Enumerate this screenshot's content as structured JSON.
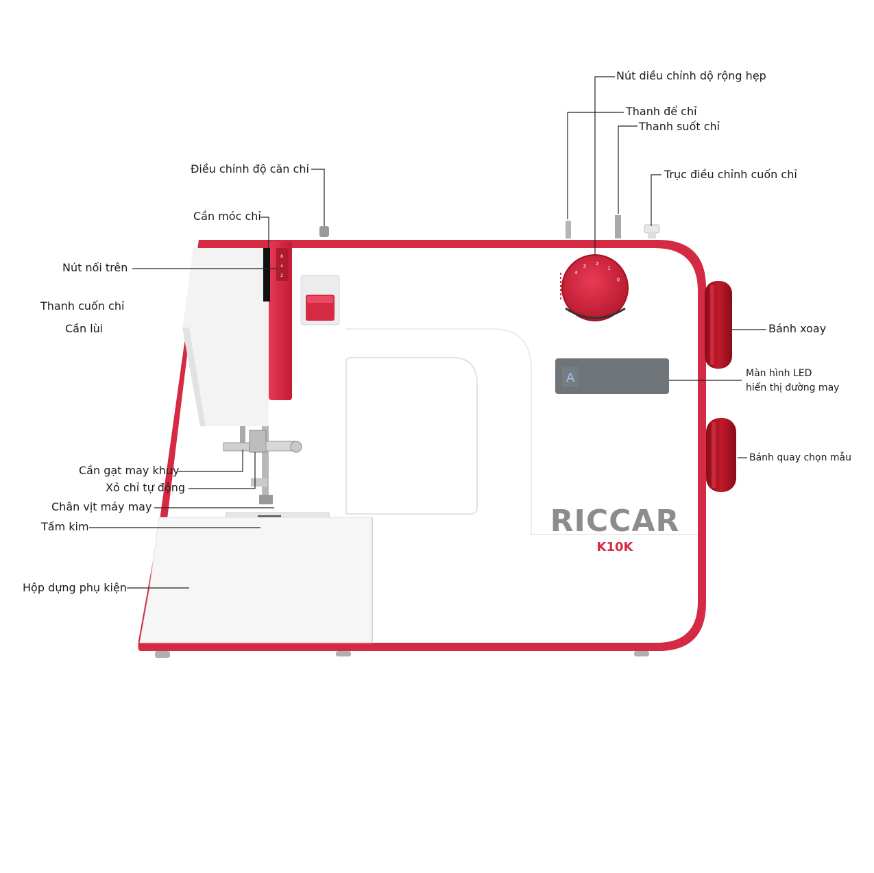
{
  "brand": {
    "name": "RICCAR",
    "model": "K10K",
    "led_letter": "A"
  },
  "dial": {
    "numbers": [
      "4",
      "3",
      "2",
      "1",
      "0"
    ]
  },
  "colors": {
    "red": "#d42a44",
    "dark_red": "#a3101e",
    "body": "#ffffff",
    "line": "#222222"
  },
  "labels": {
    "width_knob": "Nút diều chỉnh dộ rộng hẹp",
    "spool_pin": "Thanh để chỉ",
    "thread_guide": "Thanh suốt chỉ",
    "bobbin_winder_shaft": "Trục điều chỉnh cuốn chỉ",
    "tension": "Điều chỉnh độ căn chỉ",
    "take_up_lever": "Cần móc chỉ",
    "top_button": "Nút nối trên",
    "bobbin_winder": "Thanh cuốn chỉ",
    "reverse_lever": "Cần lùi",
    "handwheel": "Bánh xoay",
    "led_line1": "Màn hình LED",
    "led_line2": "hiển thị đường may",
    "pattern_dial": "Bánh quay chọn mẫu",
    "buttonhole_lever": "Cần gạt may khuy",
    "auto_threader": "Xỏ chỉ tự động",
    "presser_foot": "Chân vịt máy may",
    "needle_plate": "Tấm kim",
    "accessory_box": "Hộp dựng phụ kiện"
  }
}
